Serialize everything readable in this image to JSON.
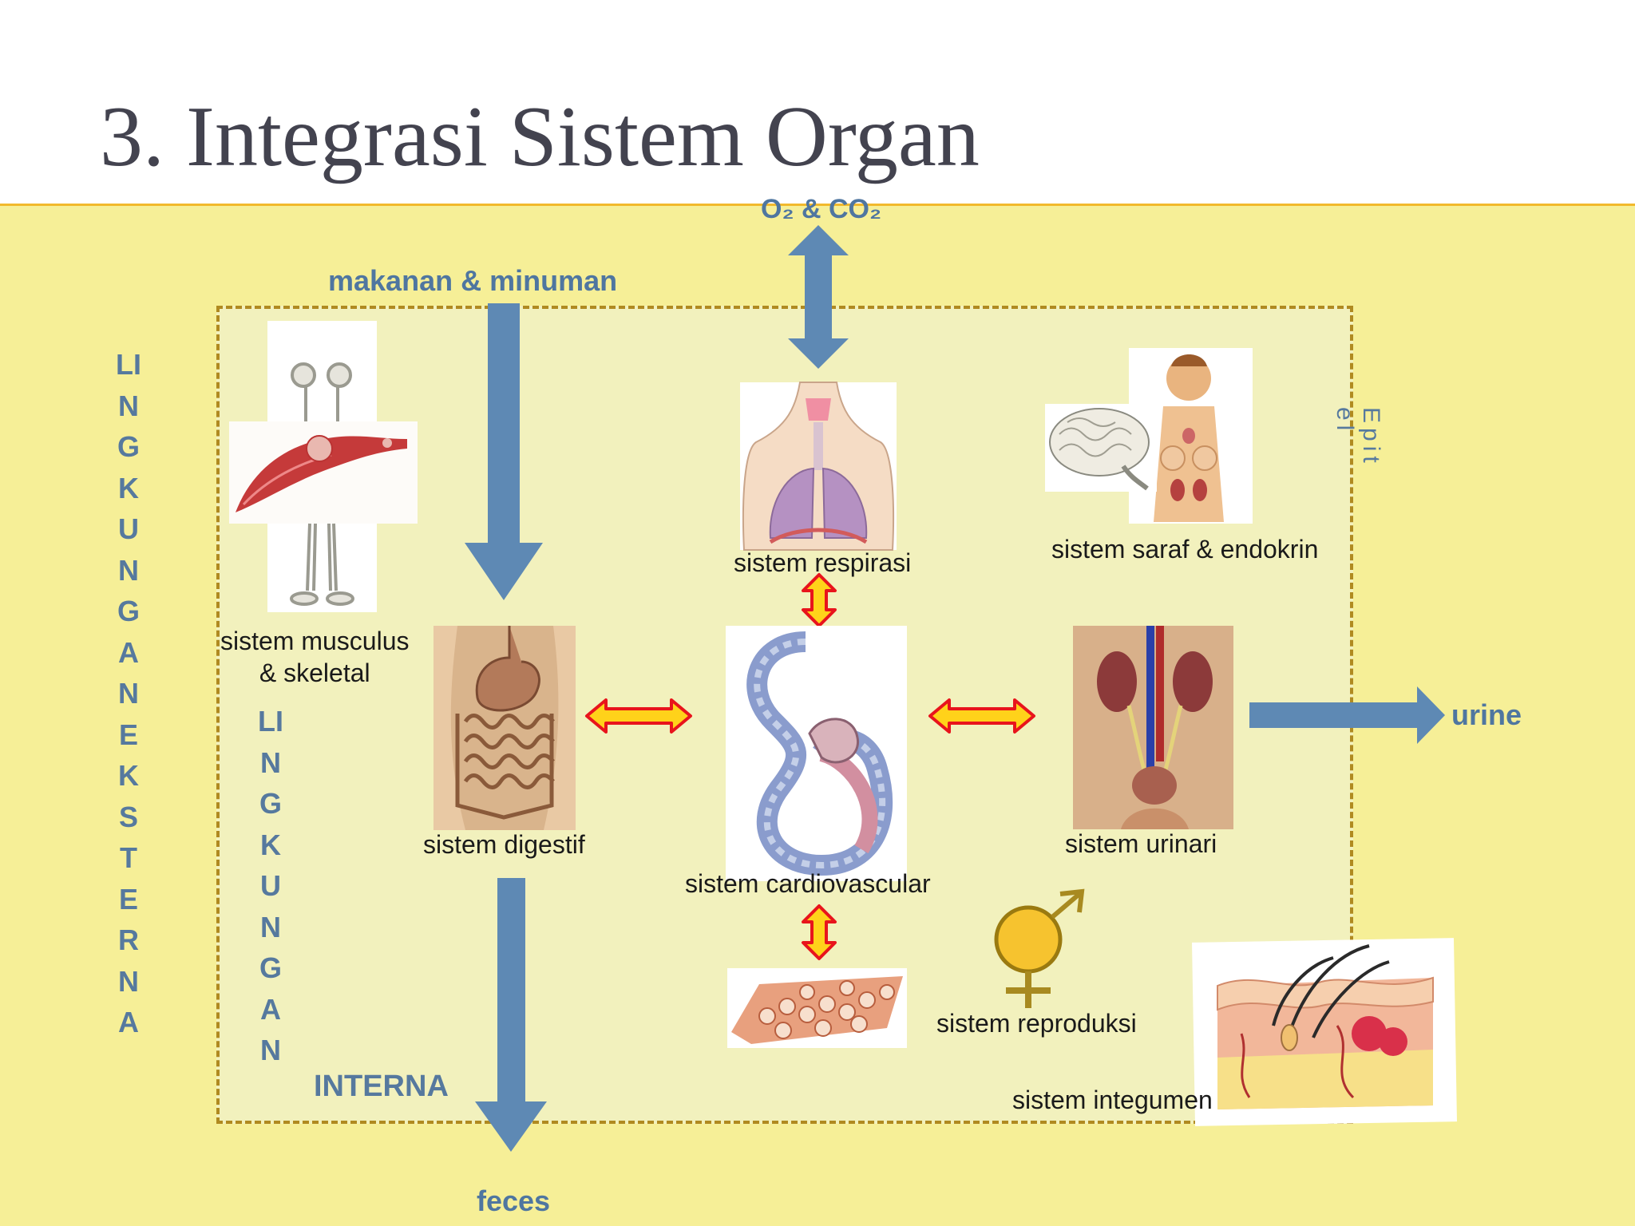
{
  "slide": {
    "title": "3. Integrasi Sistem Organ"
  },
  "flows": {
    "gases": "O₂ & CO₂",
    "food": "makanan & minuman",
    "urine": "urine",
    "feces": "feces"
  },
  "environments": {
    "external": "LINGKUNGAN EKSTERNA",
    "internal_vertical": "LINGKUNGAN",
    "internal_suffix": "INTERNA",
    "side_note": "Epit\nel"
  },
  "systems": {
    "musculus_skeletal": "sistem musculus\n& skeletal",
    "respirasi": "sistem respirasi",
    "saraf_endokrin": "sistem saraf & endokrin",
    "digestif": "sistem digestif",
    "cardiovascular": "sistem cardiovascular",
    "urinari": "sistem urinari",
    "reproduksi": "sistem reproduksi",
    "integumen": "sistem integumen"
  },
  "colors": {
    "flow_arrow": "#5e89b4",
    "exchange_arrow_fill": "#ffd21a",
    "exchange_arrow_stroke": "#e8141c",
    "outer_panel": "#f6ef97",
    "inner_panel": "#f2f1bd",
    "dashed_border": "#b08a20",
    "label_blue": "#4f76a0"
  }
}
